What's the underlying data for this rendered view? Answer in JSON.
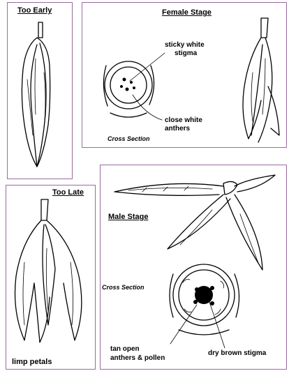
{
  "panels": {
    "too_early": {
      "title": "Too Early"
    },
    "female": {
      "title": "Female Stage",
      "stigma_label_1": "sticky white",
      "stigma_label_2": "stigma",
      "anthers_label_1": "close white",
      "anthers_label_2": "anthers",
      "cross_section": "Cross Section"
    },
    "too_late": {
      "title": "Too Late",
      "caption": "limp petals"
    },
    "male": {
      "title": "Male Stage",
      "cross_section": "Cross Section",
      "anthers_label_1": "tan open",
      "anthers_label_2": "anthers & pollen",
      "stigma_label": "dry brown stigma"
    }
  },
  "colors": {
    "panel_border": "#9b6aa0",
    "ink": "#000000",
    "background": "#ffffff"
  }
}
